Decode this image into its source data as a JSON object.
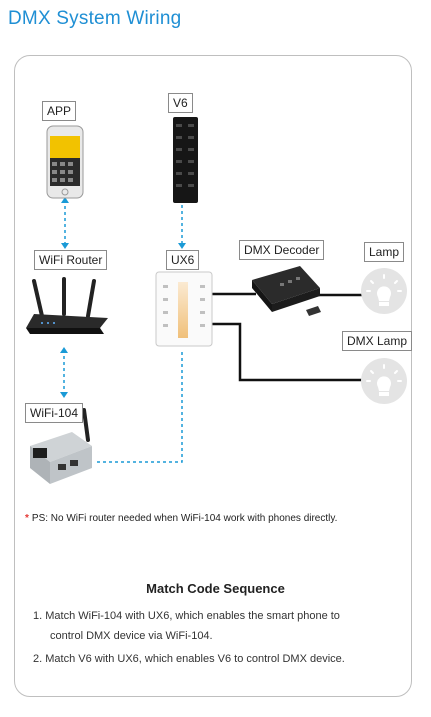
{
  "header": {
    "title": "DMX System Wiring"
  },
  "diagram": {
    "labels": {
      "app": "APP",
      "v6": "V6",
      "wifi_router": "WiFi Router",
      "ux6": "UX6",
      "dmx_decoder": "DMX Decoder",
      "lamp": "Lamp",
      "dmx_lamp": "DMX Lamp",
      "wifi104": "WiFi-104"
    },
    "colors": {
      "wireless_link": "#1a9ad6",
      "dmx_cable": "#111111"
    }
  },
  "note": {
    "star": "*",
    "text": "PS: No WiFi router needed when WiFi-104 work with phones directly."
  },
  "sequence": {
    "title": "Match Code Sequence",
    "step1_line1": "1. Match WiFi-104 with UX6, which enables the smart phone to",
    "step1_line2": "control DMX device via WiFi-104.",
    "step2": "2. Match V6 with UX6, which enables V6 to control DMX device."
  }
}
